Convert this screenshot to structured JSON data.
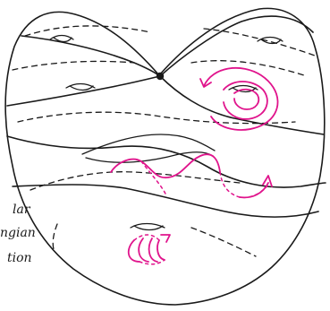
{
  "label": {
    "line1": "lar",
    "line2": "ngian",
    "line3": "tion"
  },
  "colors": {
    "ink": "#1a1a1a",
    "accent": "#e0148c",
    "background": "#ffffff"
  }
}
